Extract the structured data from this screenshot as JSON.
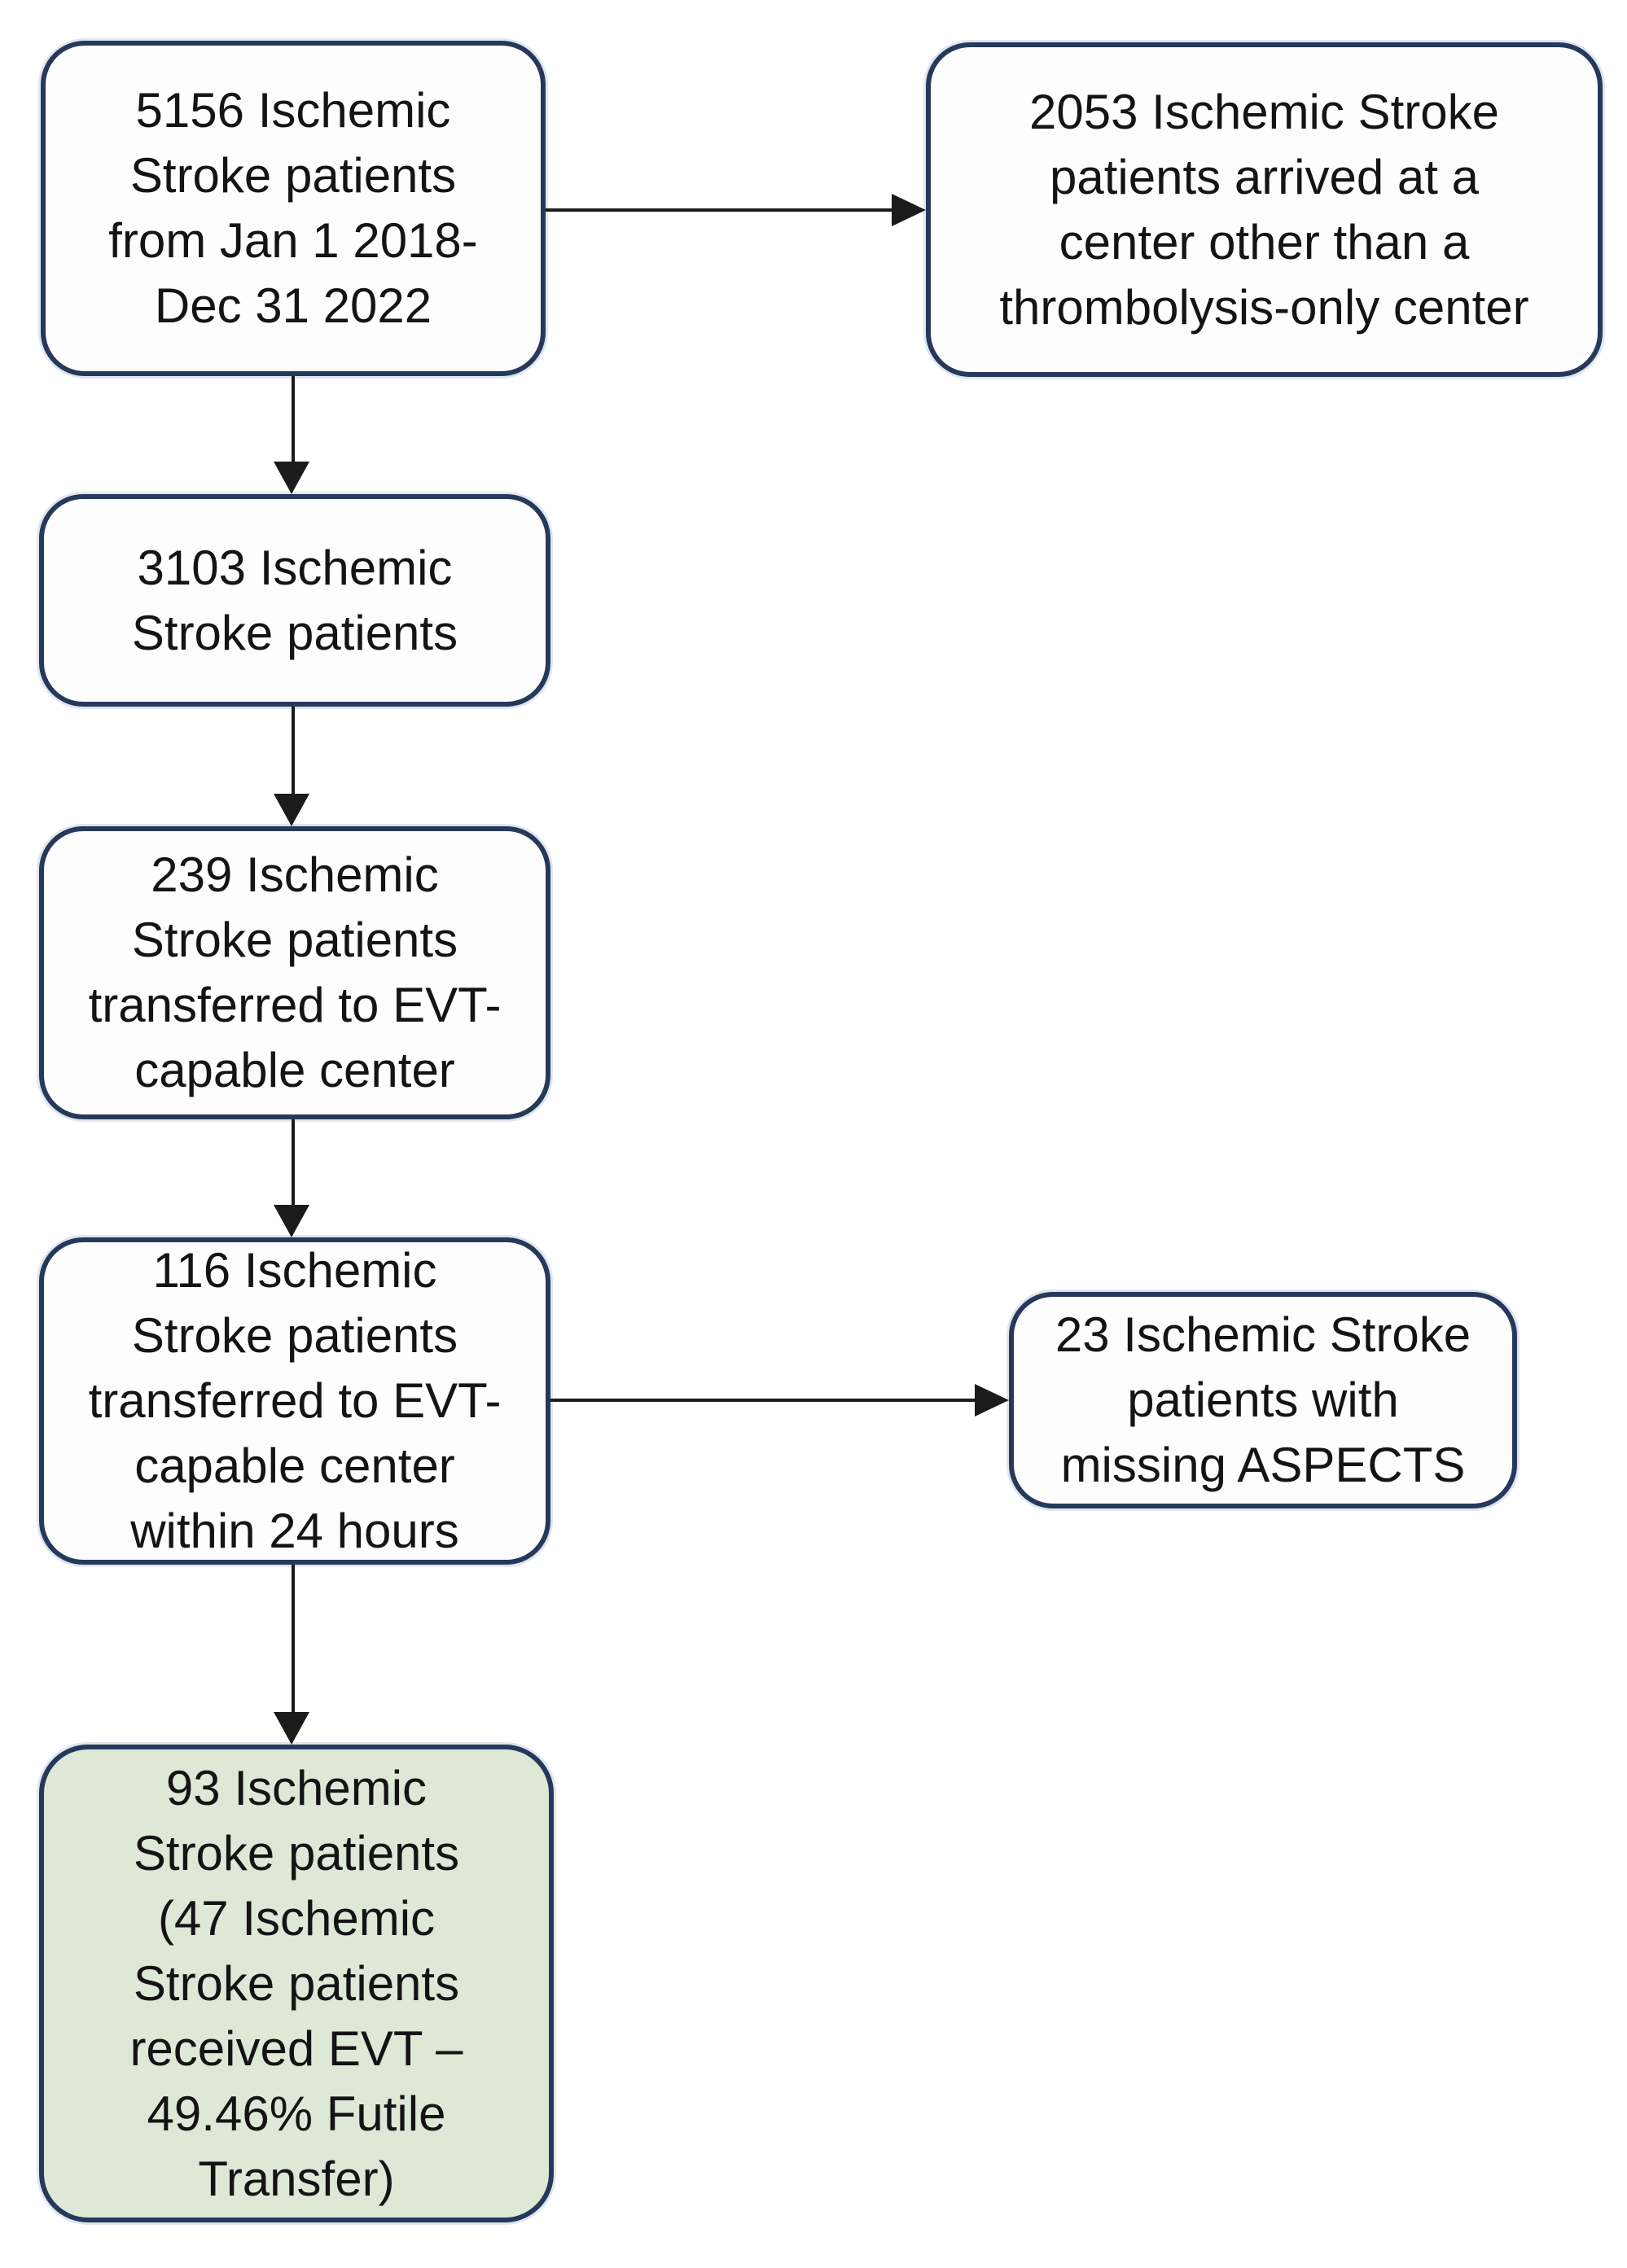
{
  "flowchart": {
    "title": "Ischemic stroke patient flow diagram",
    "colors": {
      "border_color": "#26395a",
      "box_fill": "#fdfdfe",
      "highlight_fill": "#dde9d6",
      "arrow_color": "#1b1b1b",
      "text_color": "#141414",
      "bg": "#ffffff"
    },
    "nodes": [
      {
        "id": "n1",
        "count": "5156",
        "text": "5156 Ischemic\nStroke patients\nfrom Jan 1 2018-\nDec 31 2022"
      },
      {
        "id": "n2",
        "count": "2053",
        "text": "2053 Ischemic Stroke\npatients arrived at a\ncenter other than a\nthrombolysis-only center"
      },
      {
        "id": "n3",
        "count": "3103",
        "text": "3103 Ischemic\nStroke patients"
      },
      {
        "id": "n4",
        "count": "239",
        "text": "239 Ischemic\nStroke patients\ntransferred to EVT-\ncapable center"
      },
      {
        "id": "n5",
        "count": "116",
        "text": "116 Ischemic\nStroke patients\ntransferred to EVT-\ncapable center\nwithin 24 hours"
      },
      {
        "id": "n6",
        "count": "23",
        "text": "23 Ischemic Stroke\npatients with\nmissing ASPECTS"
      },
      {
        "id": "n7",
        "count": "93",
        "highlighted": true,
        "text": "93 Ischemic\nStroke patients\n(47 Ischemic\nStroke patients\nreceived EVT –\n49.46% Futile\nTransfer)"
      }
    ]
  }
}
